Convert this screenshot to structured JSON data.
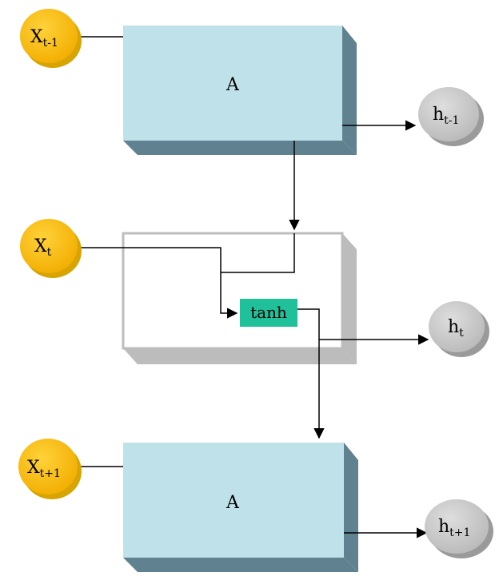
{
  "diagram": {
    "top_block": {
      "label": "A"
    },
    "middle_block": {
      "activation_label": "tanh"
    },
    "bottom_block": {
      "label": "A"
    },
    "inputs": [
      {
        "base": "X",
        "sub": "t-1"
      },
      {
        "base": "X",
        "sub": "t"
      },
      {
        "base": "X",
        "sub": "t+1"
      }
    ],
    "outputs": [
      {
        "base": "h",
        "sub": "t-1"
      },
      {
        "base": "h",
        "sub": "t"
      },
      {
        "base": "h",
        "sub": "t+1"
      }
    ],
    "colors": {
      "input_node": "#f6b800",
      "output_node": "#c6c6c6",
      "block_fill": "#bfe2ea",
      "block_shadow": "#5f8190",
      "activation_fill": "#1fc09a",
      "middle_block_shadow": "#bcbcbc",
      "line": "#000000"
    }
  }
}
